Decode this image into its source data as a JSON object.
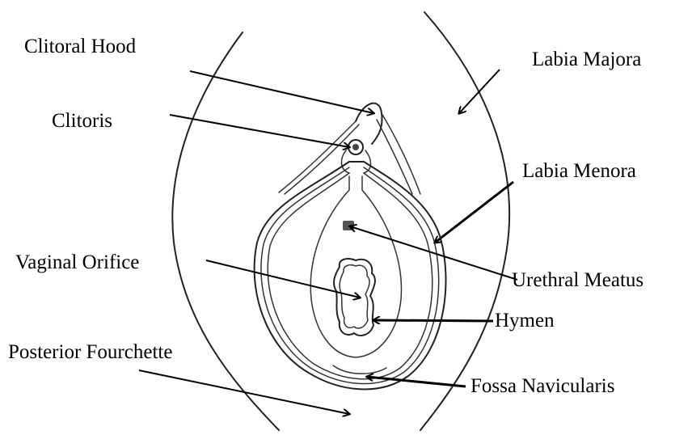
{
  "labels": {
    "clitoral_hood": "Clitoral Hood",
    "clitoris": "Clitoris",
    "labia_majora": "Labia Majora",
    "labia_menora": "Labia Menora",
    "vaginal_orifice": "Vaginal Orifice",
    "urethral_meatus": "Urethral Meatus",
    "hymen": "Hymen",
    "posterior_fourchette": "Posterior Fourchette",
    "fossa_navicularis": "Fossa Navicularis"
  },
  "colors": {
    "line": "#222222",
    "text": "#000000",
    "background": "#ffffff"
  }
}
